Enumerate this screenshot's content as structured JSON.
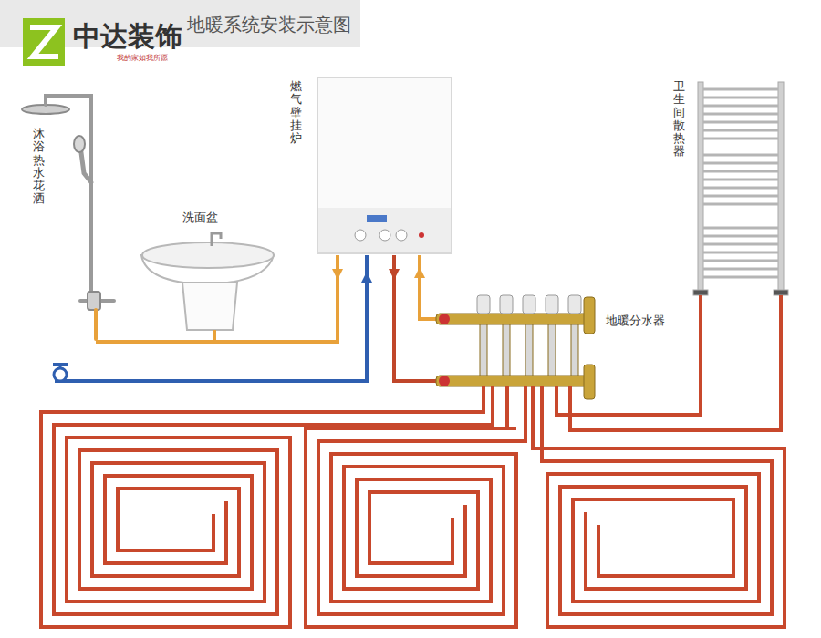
{
  "diagram": {
    "title": "地暖系统安装示意图",
    "labels": [
      "中达装饰",
      "我的家如我所愿",
      "沐浴热水花洒",
      "洗面盆",
      "燃气壁挂炉",
      "地暖分水器",
      "卫生间散热器"
    ]
  }
}
